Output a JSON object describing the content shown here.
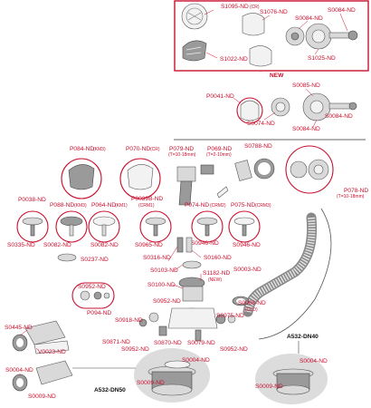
{
  "new_box": {
    "codes": [
      "S1095-ND",
      "(CR)",
      "S1076-ND",
      "S0084-ND",
      "S0084-ND",
      "S1022-ND",
      "S1025-ND"
    ],
    "new_label": "NEW"
  },
  "labels": {
    "s0085": "S0085-ND",
    "p0041": "P0041-ND",
    "s0074": "S0074-ND",
    "s0084_mid": "S0084-ND",
    "s0084_mid2": "S0084-ND",
    "p084": "P084-ND",
    "p084_sub": "(KM3)",
    "p070": "P070-ND",
    "p070_sub": "(CR)",
    "p079": "P079-ND",
    "p079_sub": "(T=10-18mm)",
    "p069": "P069-ND",
    "p069_sub": "(T=2-10mm)",
    "s0788": "S0788-ND",
    "p078": "P078-ND",
    "p078_sub": "(T=10-18mm)",
    "p0038": "P0038-ND",
    "p088": "P088-ND",
    "p088_sub": "(KM3)",
    "p064": "P064-ND",
    "p064_sub": "(KM1)",
    "p0039b": "P0039B-ND",
    "p0039b_sub": "(CRM1)",
    "p074": "P074-ND",
    "p074_sub": "(CRM2)",
    "p075": "P075-ND",
    "p075_sub": "(CRM3)",
    "s0335": "S0335-ND",
    "s0082a": "S0082-ND",
    "s0082b": "S0082-ND",
    "s0965": "S0965-ND",
    "s0946a": "S0946-ND",
    "s0946b": "S0946-ND",
    "s0237": "S0237-ND",
    "s0316": "S0316-ND",
    "s0160": "S0160-ND",
    "s0103": "S0103-ND",
    "s1182": "S1182-ND",
    "s1182_sub": "(NEW)",
    "s0003": "S0003-ND",
    "s0100": "S0100-ND",
    "s0952a": "S0952-ND",
    "s0952b": "S0952-ND",
    "s0952c": "S0952-ND",
    "s0952d": "S0952-ND",
    "s0008": "S0008-ND",
    "s0008_sub": "(OLD)",
    "p094": "P094-ND",
    "s0918": "S0918-ND",
    "s0975": "S0975-ND",
    "s0445": "S0445-ND",
    "v0023": "V0023-ND",
    "s0871": "S0871-ND",
    "s0870": "S0870-ND",
    "s0079": "S0079-ND",
    "s0004a": "S0004-ND",
    "s0009a": "S0009-ND",
    "s0004b": "S0004-ND",
    "s0009b": "S0009-ND",
    "s0004c": "S0004-ND",
    "s0009c": "S0009-ND",
    "a532_dn50": "A532-DN50",
    "a532_dn40": "A532-DN40"
  },
  "colors": {
    "accent_red": "#c8102e",
    "part_grey": "#d9d9d9",
    "part_dark": "#9a9a9a",
    "zoom_bg": "#dcdcdc"
  }
}
